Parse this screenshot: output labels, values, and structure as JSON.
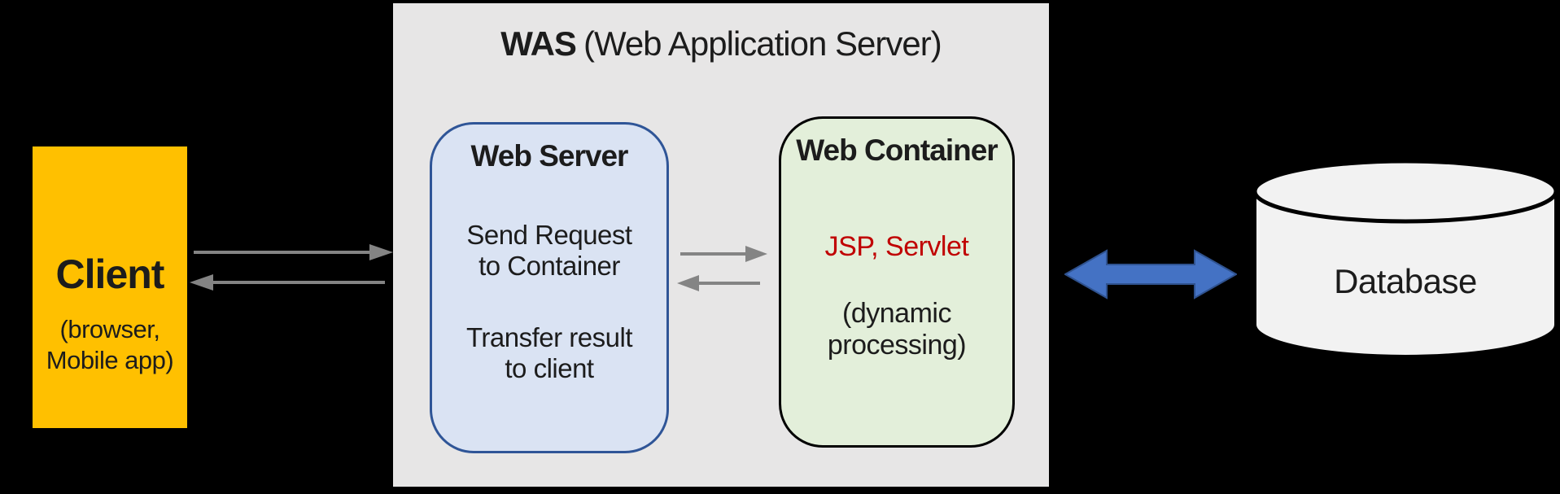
{
  "client": {
    "title": "Client",
    "subtitle": "(browser,\nMobile app)"
  },
  "was": {
    "title_main": "WAS",
    "title_sub": "(Web Application Server)"
  },
  "web_server": {
    "title": "Web Server",
    "body_top": "Send Request\nto Container",
    "body_bottom": "Transfer result\nto client"
  },
  "web_container": {
    "title": "Web Container",
    "highlight": "JSP, Servlet",
    "note": "(dynamic\nprocessing)"
  },
  "database": {
    "label": "Database"
  },
  "colors": {
    "canvas_bg": "#000000",
    "client_bg": "#FFC000",
    "was_bg": "#E7E6E6",
    "web_server_bg": "#DAE3F3",
    "web_server_border": "#2F5597",
    "web_container_bg": "#E3EFDA",
    "web_container_border": "#000000",
    "highlight_red": "#C00000",
    "arrow_gray": "#848484",
    "arrow_blue_fill": "#4472C4",
    "arrow_blue_border": "#2F528F",
    "cylinder_bg": "#F2F2F2",
    "cylinder_border": "#000000",
    "text_color": "#1C1C1C"
  }
}
